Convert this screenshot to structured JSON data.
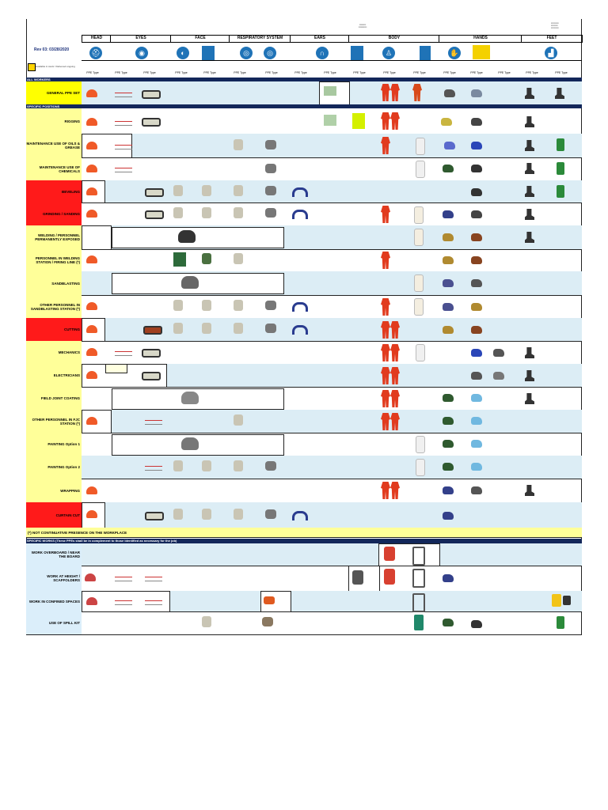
{
  "rev": "Rev 03: 03/28/2020",
  "categories": [
    "HEAD",
    "EYES",
    "FACE",
    "RESPIRATORY SYSTEM",
    "EARS",
    "BODY",
    "HANDS",
    "FEET"
  ],
  "ppe_type_label": "PPE Type",
  "legend_text": "Available in stock / Delivered ongoing",
  "sections": {
    "all_workers": "ALL WORKERS",
    "specific_positions": "SPECIFIC POSITIONS",
    "specific_works": "SPECIFIC WORKS (These PPEs shall be in complement to those identified as  necessary for the job)"
  },
  "rows": {
    "general": "GENERAL PPE SET",
    "rigging": "RIGGING",
    "maint_oils": "MAINTENANCE USE OF OILS & GREASE",
    "maint_chem": "MAINTENANCE USE OF CHEMICALS",
    "beveling": "BEVELING",
    "grinding": "GRINDING / SANDING",
    "welding": "WELDING / PERSONNEL PERMANENTLY EXPOSED",
    "welding_station": "PERSONNEL IN WELDING STATION / FIRING LINE (*)",
    "sandblasting": "SANDBLASTING",
    "other_sand": "OTHER PERSONNEL IN SANDBLASTING STATION (*)",
    "cutting": "CUTTING",
    "mechanics": "MECHANICS",
    "electricians": "ELECTRICIANS",
    "fjc": "FIELD JOINT COATING",
    "other_fjc": "OTHER PERSONNEL IN FJC STATION (*)",
    "painting1": "PAINTING Option 1",
    "painting2": "PAINTING Option 2",
    "wrapping": "WRAPPING",
    "crew": "CURTAIN CUT",
    "overboard": "WORK OVERBOARD / NEAR THE BOARD",
    "height": "WORK AT HEIGHT / SCAFFOLDERS",
    "confined": "WORK IN CONFINED SPACES",
    "spill": "USE OF SPILL KIT"
  },
  "footnote": "(*) NOT CONTINUATIVE PRESENCE ON THE WORKPLACE",
  "colors": {
    "navy": "#13275a",
    "yellow": "#ffff99",
    "red": "#ff1a1a",
    "band": "#dcedf5",
    "icon_blue": "#1f73b7",
    "orange": "#f05a28"
  }
}
